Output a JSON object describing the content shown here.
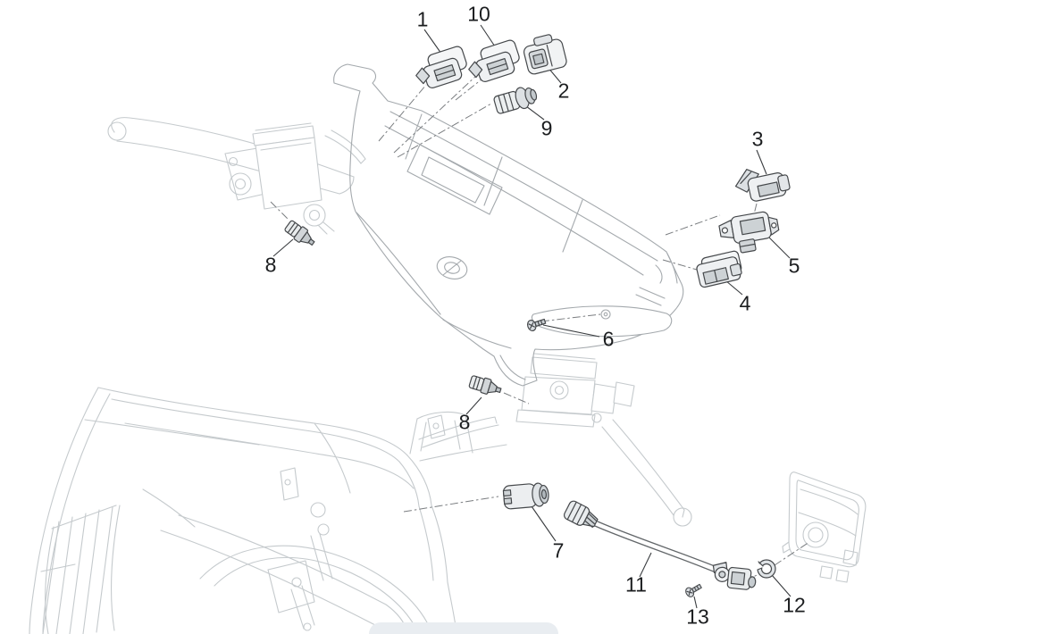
{
  "diagram": {
    "type": "exploded-parts-diagram",
    "subject": "scooter handlebar switches, brake levers and cover",
    "background_color": "#ffffff",
    "colors": {
      "callout_text": "#1b1d1f",
      "part_stroke": "#45484b",
      "ghost_stroke": "#c5cacd",
      "cover_stroke": "#a4a9ad",
      "leader_line": "#3a3d40",
      "projection_line": "#7a7d80",
      "toolbar_pill_fill": "#e9edf1"
    },
    "callouts": [
      {
        "id": "part-1",
        "label": "1"
      },
      {
        "id": "part-10",
        "label": "10"
      },
      {
        "id": "part-2",
        "label": "2"
      },
      {
        "id": "part-9",
        "label": "9"
      },
      {
        "id": "part-3",
        "label": "3"
      },
      {
        "id": "part-5",
        "label": "5"
      },
      {
        "id": "part-4",
        "label": "4"
      },
      {
        "id": "part-6",
        "label": "6"
      },
      {
        "id": "part-8-upper",
        "label": "8"
      },
      {
        "id": "part-8-lower",
        "label": "8"
      },
      {
        "id": "part-7",
        "label": "7"
      },
      {
        "id": "part-11",
        "label": "11"
      },
      {
        "id": "part-13",
        "label": "13"
      },
      {
        "id": "part-12",
        "label": "12"
      }
    ]
  }
}
